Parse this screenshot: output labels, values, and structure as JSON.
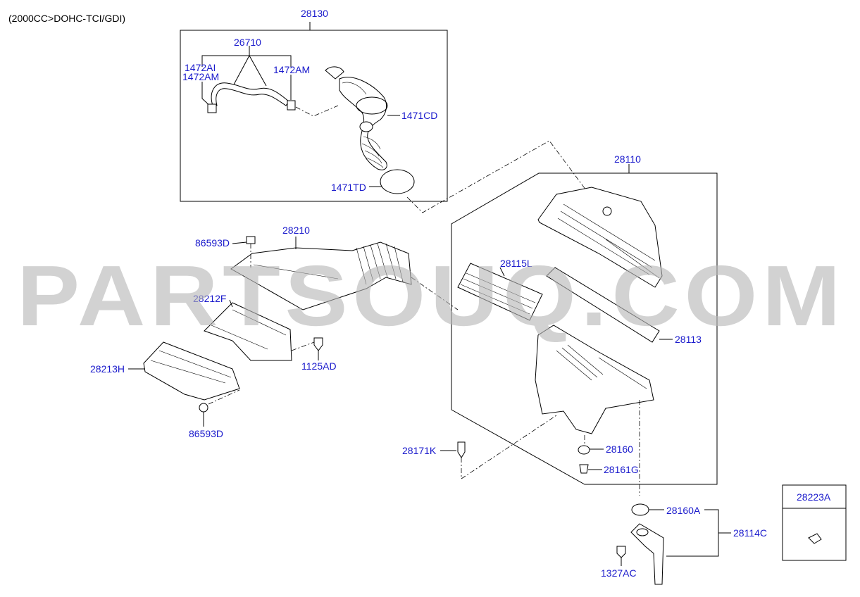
{
  "header": {
    "engine_spec": "(2000CC>DOHC-TCI/GDI)"
  },
  "watermark": "PARTSOUQ.COM",
  "labels": {
    "p28130": "28130",
    "p26710": "26710",
    "p1472AI": "1472AI",
    "p1472AM_left": "1472AM",
    "p1472AM_right": "1472AM",
    "p1471CD": "1471CD",
    "p1471TD": "1471TD",
    "p28110": "28110",
    "p28210": "28210",
    "p86593D_top": "86593D",
    "p28212F": "28212F",
    "p1125AD": "1125AD",
    "p28213H": "28213H",
    "p86593D_bottom": "86593D",
    "p28115L": "28115L",
    "p28113": "28113",
    "p28171K": "28171K",
    "p28160": "28160",
    "p28161G": "28161G",
    "p28160A": "28160A",
    "p28114C": "28114C",
    "p1327AC": "1327AC",
    "p28223A": "28223A"
  },
  "colors": {
    "label": "#1a1acc",
    "line": "#000000",
    "watermark": "#b7b7b7"
  }
}
